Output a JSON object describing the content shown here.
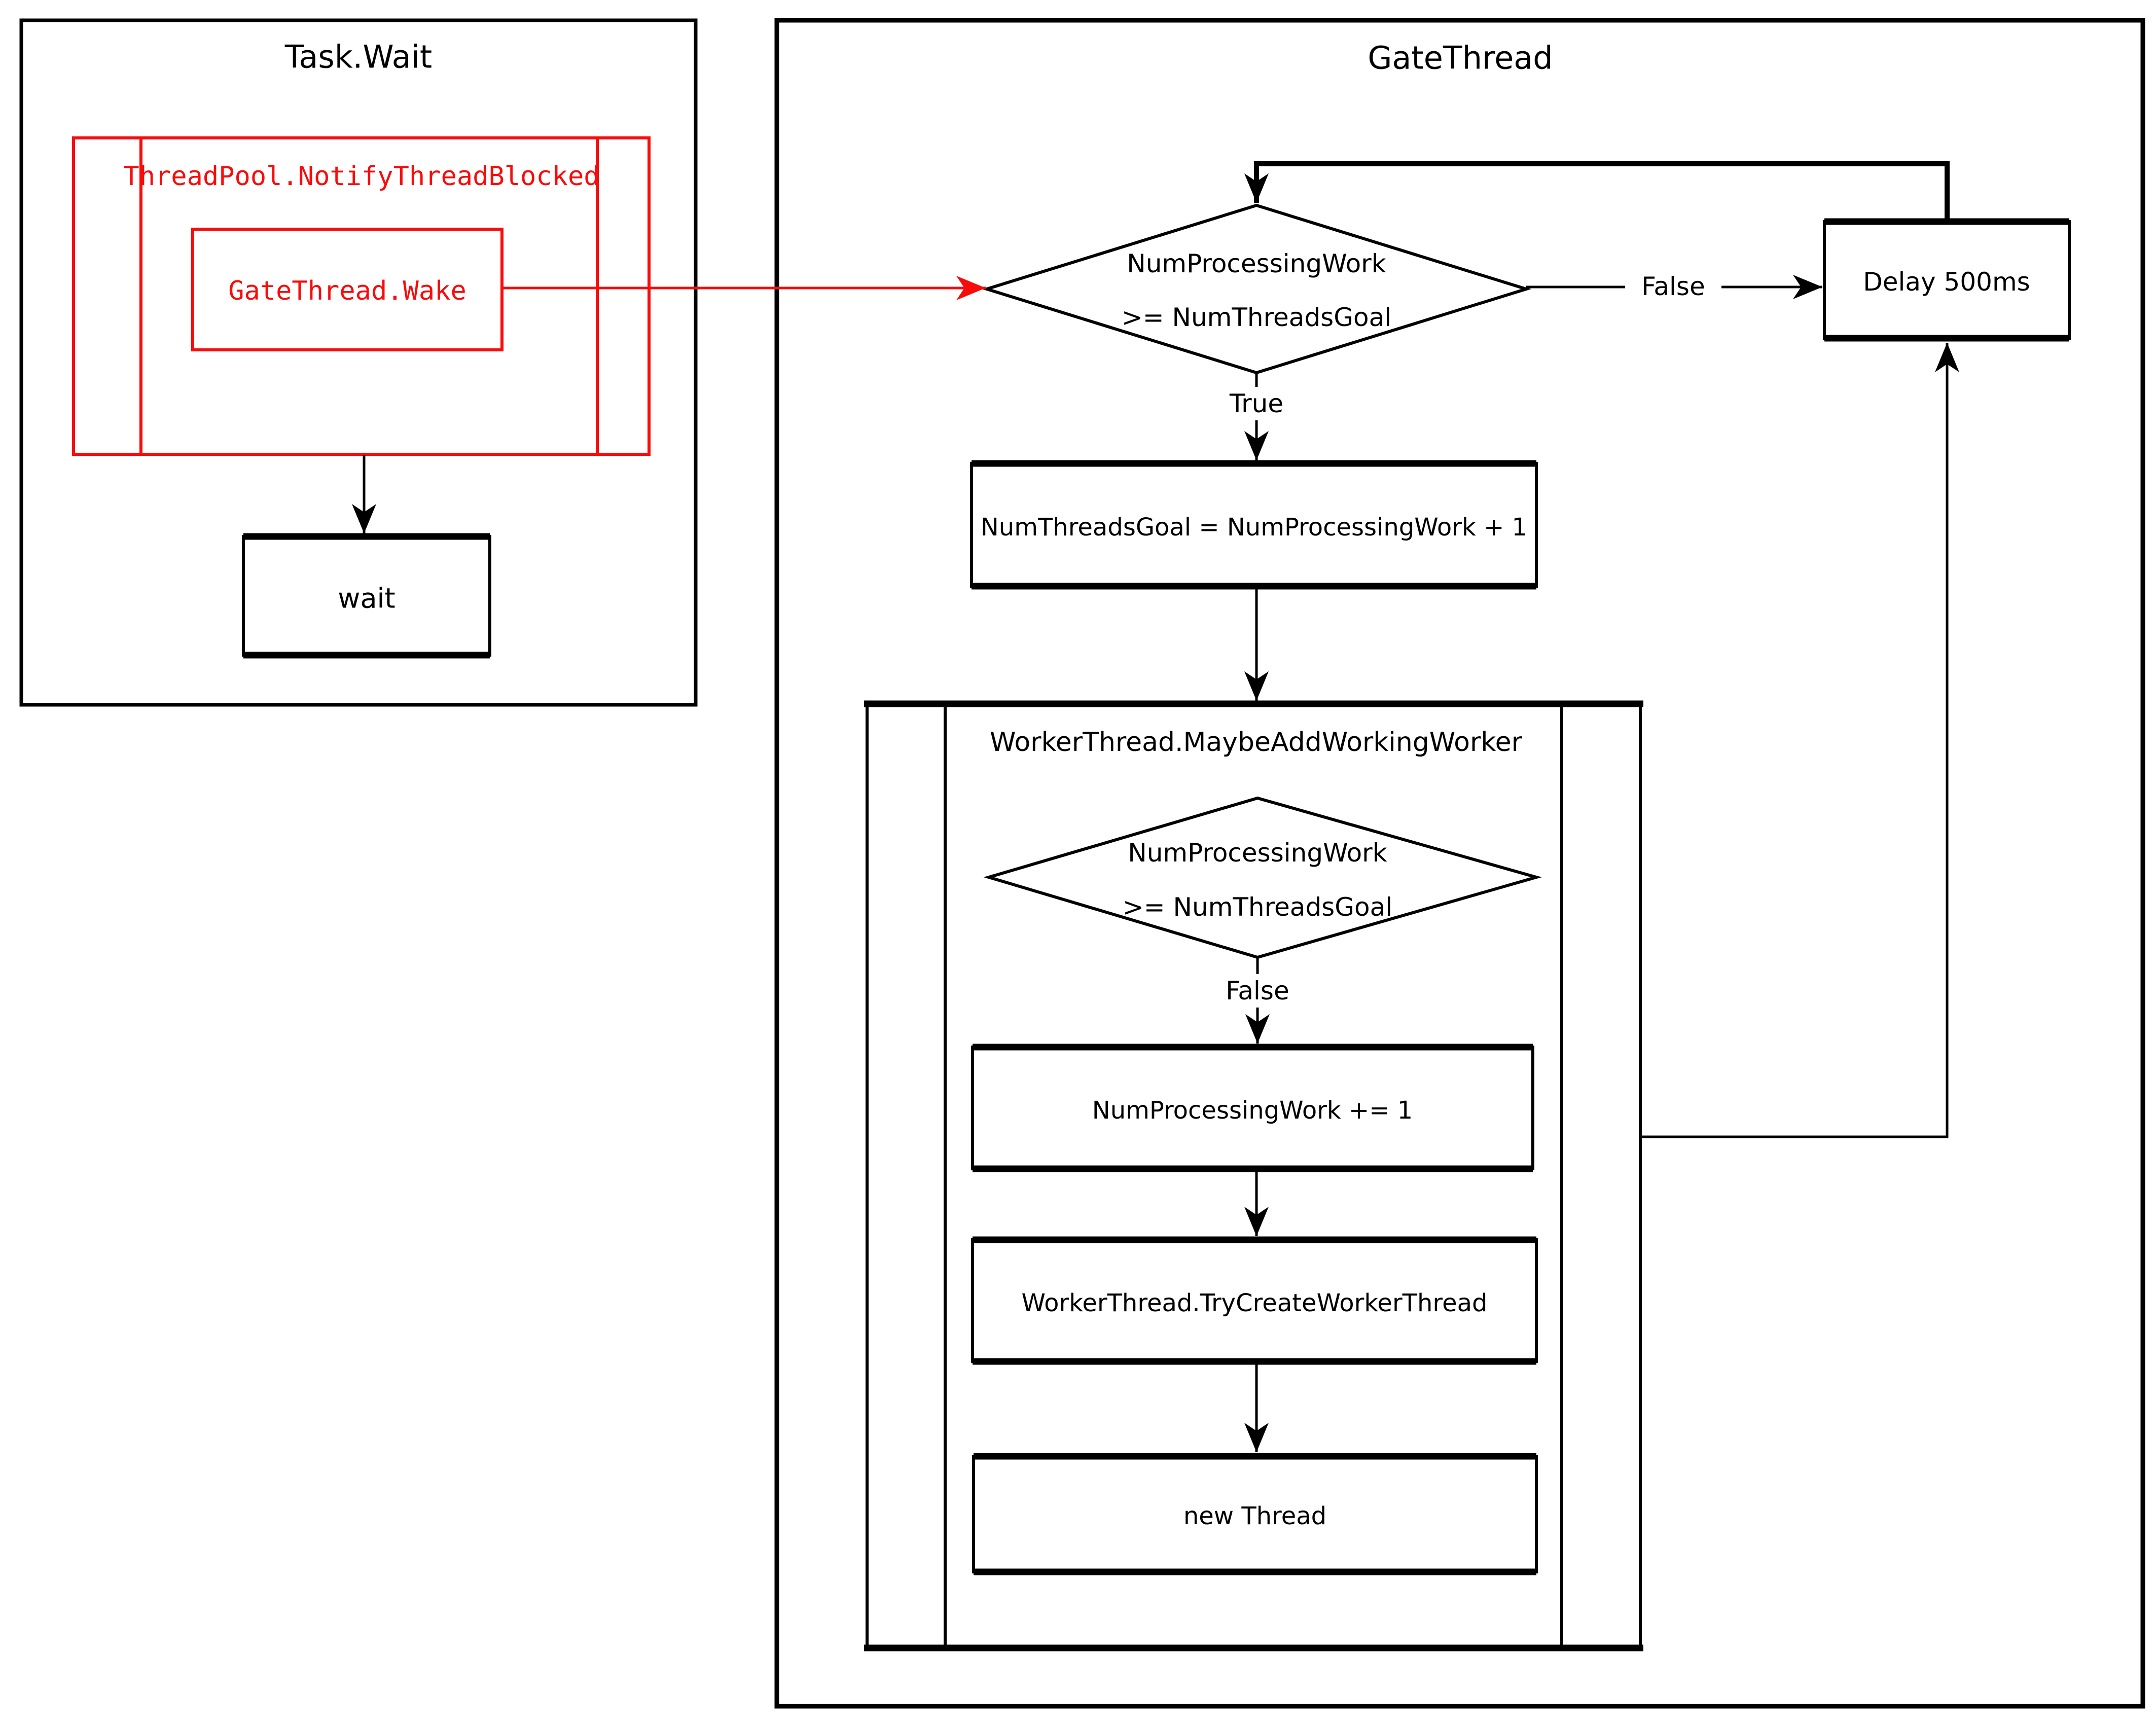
{
  "colors": {
    "ink": "#000000",
    "highlight": "#f80b0b",
    "paper": "#ffffff"
  },
  "task_wait": {
    "title": "Task.Wait",
    "notify_blocked_label": "ThreadPool.NotifyThreadBlocked",
    "gate_wake_label": "GateThread.Wake",
    "wait_label": "wait"
  },
  "gate_thread": {
    "title": "GateThread",
    "decision_top": {
      "line1": "NumProcessingWork",
      "line2": ">= NumThreadsGoal"
    },
    "false_top_label": "False",
    "true_label": "True",
    "delay_label": "Delay 500ms",
    "set_goal_label": "NumThreadsGoal = NumProcessingWork + 1",
    "maybe_add": {
      "title": "WorkerThread.MaybeAddWorkingWorker",
      "decision": {
        "line1": "NumProcessingWork",
        "line2": ">= NumThreadsGoal"
      },
      "false_label": "False",
      "increment_label": "NumProcessingWork += 1",
      "try_create_label": "WorkerThread.TryCreateWorkerThread",
      "new_thread_label": "new Thread"
    }
  }
}
